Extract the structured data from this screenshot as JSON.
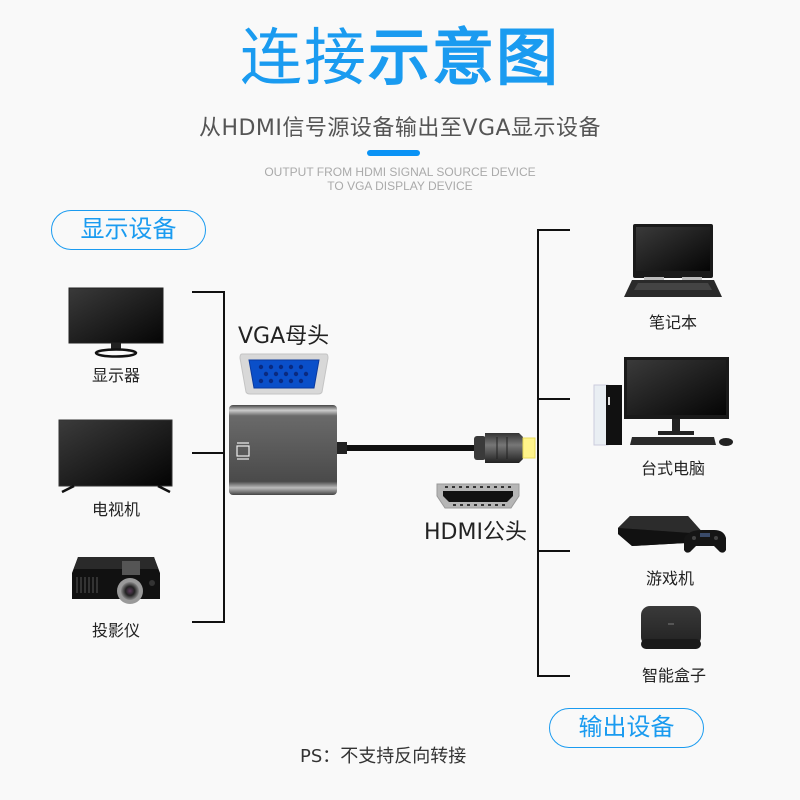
{
  "header": {
    "title_light": "连接",
    "title_bold": "示意图",
    "subtitle": "从HDMI信号源设备输出至VGA显示设备",
    "en_caption_line1": "OUTPUT FROM HDMI SIGNAL SOURCE DEVICE",
    "en_caption_line2": "TO VGA DISPLAY DEVICE"
  },
  "colors": {
    "accent": "#1a9bf0",
    "accent_bar": "#0a93f5",
    "background": "#f9f9f9",
    "vga_blue": "#0a4fc9",
    "hdmi_tip": "#fff48a"
  },
  "display_group": {
    "label": "显示设备",
    "devices": [
      {
        "name": "显示器",
        "icon": "monitor-icon"
      },
      {
        "name": "电视机",
        "icon": "tv-icon"
      },
      {
        "name": "投影仪",
        "icon": "projector-icon"
      }
    ]
  },
  "adapter": {
    "vga_label": "VGA母头",
    "hdmi_label": "HDMI公头"
  },
  "output_group": {
    "label": "输出设备",
    "devices": [
      {
        "name": "笔记本",
        "icon": "laptop-icon"
      },
      {
        "name": "台式电脑",
        "icon": "desktop-pc-icon"
      },
      {
        "name": "游戏机",
        "icon": "game-console-icon"
      },
      {
        "name": "智能盒子",
        "icon": "tv-box-icon"
      }
    ]
  },
  "note": "PS：不支持反向转接"
}
